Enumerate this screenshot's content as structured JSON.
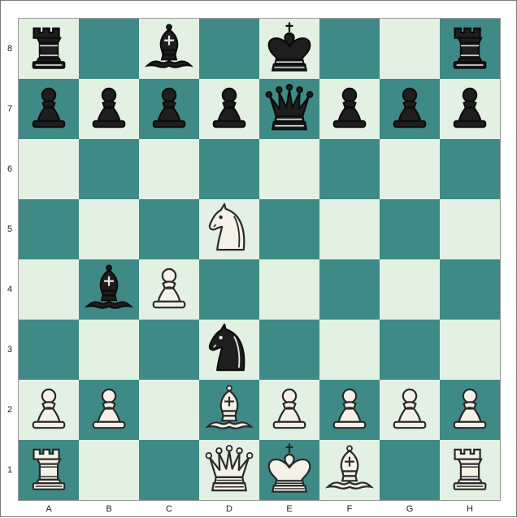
{
  "board": {
    "files": [
      "A",
      "B",
      "C",
      "D",
      "E",
      "F",
      "G",
      "H"
    ],
    "ranks": [
      "8",
      "7",
      "6",
      "5",
      "4",
      "3",
      "2",
      "1"
    ],
    "colors": {
      "light": "#e3f1e3",
      "dark": "#3f8a86"
    },
    "pieces": [
      {
        "square": "a8",
        "color": "black",
        "type": "rook"
      },
      {
        "square": "c8",
        "color": "black",
        "type": "bishop"
      },
      {
        "square": "e8",
        "color": "black",
        "type": "king"
      },
      {
        "square": "h8",
        "color": "black",
        "type": "rook"
      },
      {
        "square": "a7",
        "color": "black",
        "type": "pawn"
      },
      {
        "square": "b7",
        "color": "black",
        "type": "pawn"
      },
      {
        "square": "c7",
        "color": "black",
        "type": "pawn"
      },
      {
        "square": "d7",
        "color": "black",
        "type": "pawn"
      },
      {
        "square": "e7",
        "color": "black",
        "type": "queen"
      },
      {
        "square": "f7",
        "color": "black",
        "type": "pawn"
      },
      {
        "square": "g7",
        "color": "black",
        "type": "pawn"
      },
      {
        "square": "h7",
        "color": "black",
        "type": "pawn"
      },
      {
        "square": "d5",
        "color": "white",
        "type": "knight"
      },
      {
        "square": "b4",
        "color": "black",
        "type": "bishop"
      },
      {
        "square": "c4",
        "color": "white",
        "type": "pawn"
      },
      {
        "square": "d3",
        "color": "black",
        "type": "knight"
      },
      {
        "square": "a2",
        "color": "white",
        "type": "pawn"
      },
      {
        "square": "b2",
        "color": "white",
        "type": "pawn"
      },
      {
        "square": "d2",
        "color": "white",
        "type": "bishop"
      },
      {
        "square": "e2",
        "color": "white",
        "type": "pawn"
      },
      {
        "square": "f2",
        "color": "white",
        "type": "pawn"
      },
      {
        "square": "g2",
        "color": "white",
        "type": "pawn"
      },
      {
        "square": "h2",
        "color": "white",
        "type": "pawn"
      },
      {
        "square": "a1",
        "color": "white",
        "type": "rook"
      },
      {
        "square": "d1",
        "color": "white",
        "type": "queen"
      },
      {
        "square": "e1",
        "color": "white",
        "type": "king"
      },
      {
        "square": "f1",
        "color": "white",
        "type": "bishop"
      },
      {
        "square": "h1",
        "color": "white",
        "type": "rook"
      }
    ]
  }
}
